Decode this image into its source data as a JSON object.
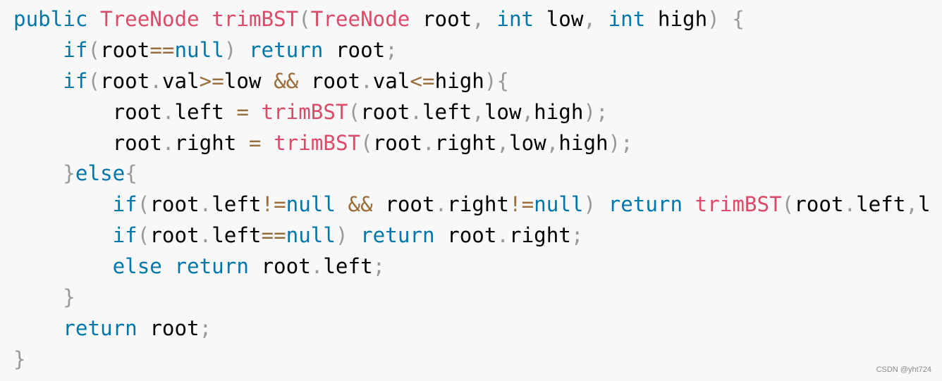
{
  "code": {
    "language": "java",
    "lines": [
      [
        [
          "kw",
          "public"
        ],
        [
          "ws",
          " "
        ],
        [
          "fn",
          "TreeNode"
        ],
        [
          "ws",
          " "
        ],
        [
          "fn",
          "trimBST"
        ],
        [
          "pu",
          "("
        ],
        [
          "fn",
          "TreeNode"
        ],
        [
          "ws",
          " "
        ],
        [
          "id",
          "root"
        ],
        [
          "pu",
          ","
        ],
        [
          "ws",
          " "
        ],
        [
          "kw",
          "int"
        ],
        [
          "ws",
          " "
        ],
        [
          "id",
          "low"
        ],
        [
          "pu",
          ","
        ],
        [
          "ws",
          " "
        ],
        [
          "kw",
          "int"
        ],
        [
          "ws",
          " "
        ],
        [
          "id",
          "high"
        ],
        [
          "pu",
          ")"
        ],
        [
          "ws",
          " "
        ],
        [
          "pu",
          "{"
        ]
      ],
      [
        [
          "ws",
          "    "
        ],
        [
          "kw",
          "if"
        ],
        [
          "pu",
          "("
        ],
        [
          "id",
          "root"
        ],
        [
          "op",
          "=="
        ],
        [
          "kw",
          "null"
        ],
        [
          "pu",
          ")"
        ],
        [
          "ws",
          " "
        ],
        [
          "kw",
          "return"
        ],
        [
          "ws",
          " "
        ],
        [
          "id",
          "root"
        ],
        [
          "pu",
          ";"
        ]
      ],
      [
        [
          "ws",
          "    "
        ],
        [
          "kw",
          "if"
        ],
        [
          "pu",
          "("
        ],
        [
          "id",
          "root"
        ],
        [
          "pu",
          "."
        ],
        [
          "id",
          "val"
        ],
        [
          "op",
          ">="
        ],
        [
          "id",
          "low"
        ],
        [
          "ws",
          " "
        ],
        [
          "op",
          "&&"
        ],
        [
          "ws",
          " "
        ],
        [
          "id",
          "root"
        ],
        [
          "pu",
          "."
        ],
        [
          "id",
          "val"
        ],
        [
          "op",
          "<="
        ],
        [
          "id",
          "high"
        ],
        [
          "pu",
          ")"
        ],
        [
          "pu",
          "{"
        ]
      ],
      [
        [
          "ws",
          "        "
        ],
        [
          "id",
          "root"
        ],
        [
          "pu",
          "."
        ],
        [
          "id",
          "left"
        ],
        [
          "ws",
          " "
        ],
        [
          "op",
          "="
        ],
        [
          "ws",
          " "
        ],
        [
          "fn",
          "trimBST"
        ],
        [
          "pu",
          "("
        ],
        [
          "id",
          "root"
        ],
        [
          "pu",
          "."
        ],
        [
          "id",
          "left"
        ],
        [
          "pu",
          ","
        ],
        [
          "id",
          "low"
        ],
        [
          "pu",
          ","
        ],
        [
          "id",
          "high"
        ],
        [
          "pu",
          ")"
        ],
        [
          "pu",
          ";"
        ]
      ],
      [
        [
          "ws",
          "        "
        ],
        [
          "id",
          "root"
        ],
        [
          "pu",
          "."
        ],
        [
          "id",
          "right"
        ],
        [
          "ws",
          " "
        ],
        [
          "op",
          "="
        ],
        [
          "ws",
          " "
        ],
        [
          "fn",
          "trimBST"
        ],
        [
          "pu",
          "("
        ],
        [
          "id",
          "root"
        ],
        [
          "pu",
          "."
        ],
        [
          "id",
          "right"
        ],
        [
          "pu",
          ","
        ],
        [
          "id",
          "low"
        ],
        [
          "pu",
          ","
        ],
        [
          "id",
          "high"
        ],
        [
          "pu",
          ")"
        ],
        [
          "pu",
          ";"
        ]
      ],
      [
        [
          "ws",
          "    "
        ],
        [
          "pu",
          "}"
        ],
        [
          "kw",
          "else"
        ],
        [
          "pu",
          "{"
        ]
      ],
      [
        [
          "ws",
          "        "
        ],
        [
          "kw",
          "if"
        ],
        [
          "pu",
          "("
        ],
        [
          "id",
          "root"
        ],
        [
          "pu",
          "."
        ],
        [
          "id",
          "left"
        ],
        [
          "op",
          "!="
        ],
        [
          "kw",
          "null"
        ],
        [
          "ws",
          " "
        ],
        [
          "op",
          "&&"
        ],
        [
          "ws",
          " "
        ],
        [
          "id",
          "root"
        ],
        [
          "pu",
          "."
        ],
        [
          "id",
          "right"
        ],
        [
          "op",
          "!="
        ],
        [
          "kw",
          "null"
        ],
        [
          "pu",
          ")"
        ],
        [
          "ws",
          " "
        ],
        [
          "kw",
          "return"
        ],
        [
          "ws",
          " "
        ],
        [
          "fn",
          "trimBST"
        ],
        [
          "pu",
          "("
        ],
        [
          "id",
          "root"
        ],
        [
          "pu",
          "."
        ],
        [
          "id",
          "left"
        ],
        [
          "pu",
          ","
        ],
        [
          "id",
          "l"
        ]
      ],
      [
        [
          "ws",
          "        "
        ],
        [
          "kw",
          "if"
        ],
        [
          "pu",
          "("
        ],
        [
          "id",
          "root"
        ],
        [
          "pu",
          "."
        ],
        [
          "id",
          "left"
        ],
        [
          "op",
          "=="
        ],
        [
          "kw",
          "null"
        ],
        [
          "pu",
          ")"
        ],
        [
          "ws",
          " "
        ],
        [
          "kw",
          "return"
        ],
        [
          "ws",
          " "
        ],
        [
          "id",
          "root"
        ],
        [
          "pu",
          "."
        ],
        [
          "id",
          "right"
        ],
        [
          "pu",
          ";"
        ]
      ],
      [
        [
          "ws",
          "        "
        ],
        [
          "kw",
          "else"
        ],
        [
          "ws",
          " "
        ],
        [
          "kw",
          "return"
        ],
        [
          "ws",
          " "
        ],
        [
          "id",
          "root"
        ],
        [
          "pu",
          "."
        ],
        [
          "id",
          "left"
        ],
        [
          "pu",
          ";"
        ]
      ],
      [
        [
          "ws",
          "    "
        ],
        [
          "pu",
          "}"
        ]
      ],
      [
        [
          "ws",
          "    "
        ],
        [
          "kw",
          "return"
        ],
        [
          "ws",
          " "
        ],
        [
          "id",
          "root"
        ],
        [
          "pu",
          ";"
        ]
      ],
      [
        [
          "pu",
          "}"
        ]
      ]
    ]
  },
  "watermark": {
    "text": "CSDN @yht724"
  },
  "colors": {
    "background": "#f8f8f8",
    "keyword": "#0077aa",
    "function": "#dd4a68",
    "operator": "#9a6e3a",
    "punctuation": "#999999",
    "identifier": "#000000"
  }
}
